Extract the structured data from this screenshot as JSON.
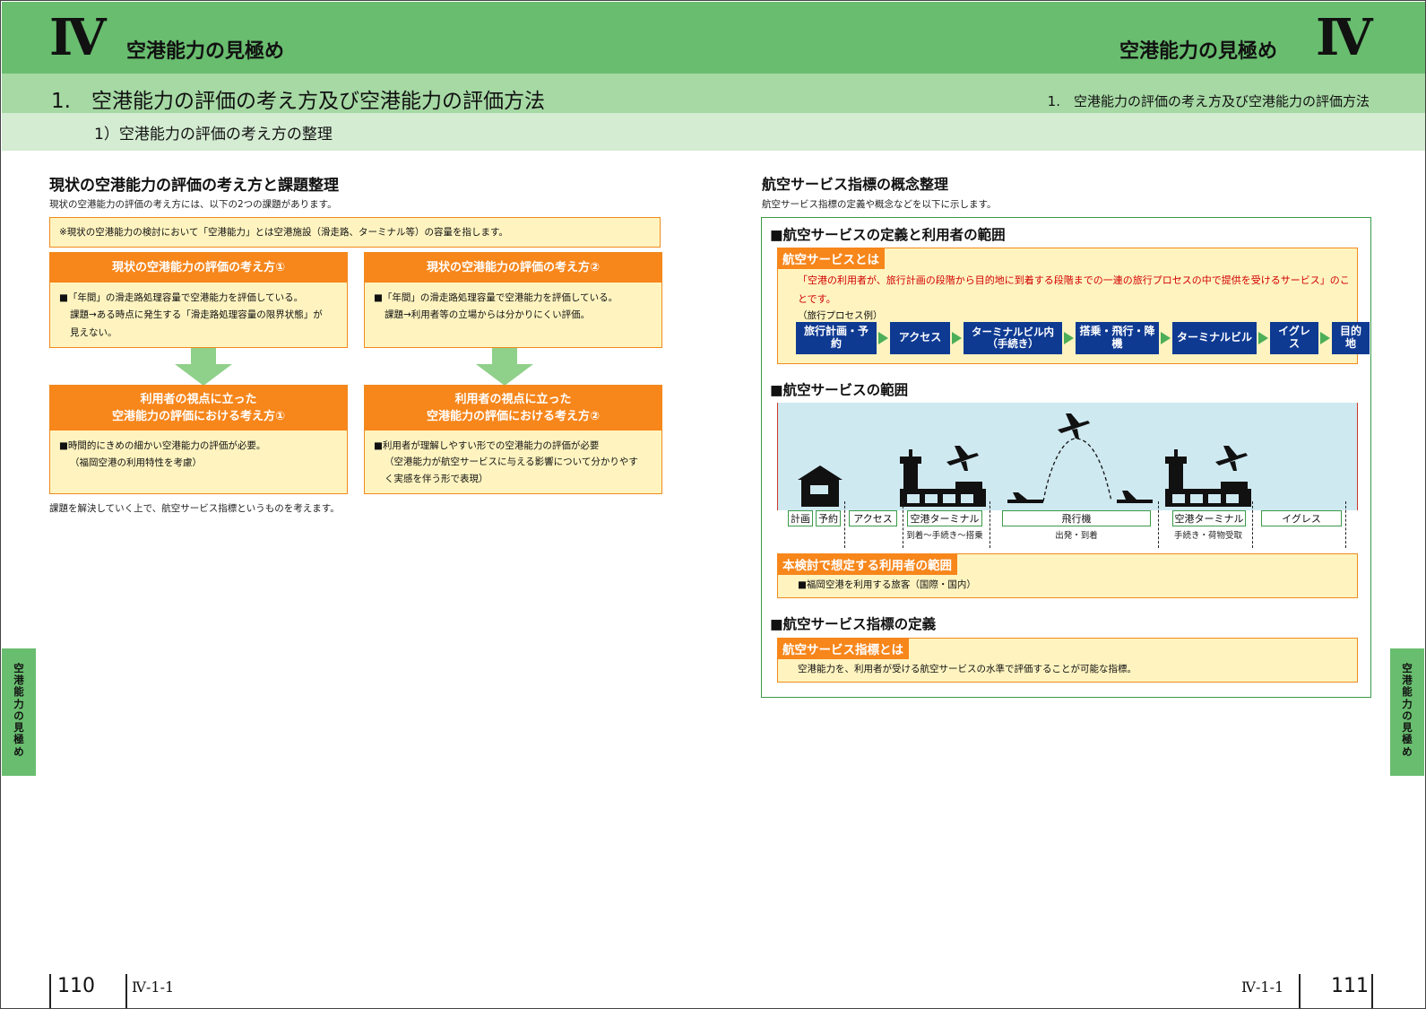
{
  "header": {
    "roman": "Ⅳ",
    "chapter_title": "空港能力の見極め",
    "section_title": "1.　空港能力の評価の考え方及び空港能力の評価方法",
    "subsection_title": "1）空港能力の評価の考え方の整理"
  },
  "left": {
    "heading": "現状の空港能力の評価の考え方と課題整理",
    "intro": "現状の空港能力の評価の考え方には、以下の2つの課題があります。",
    "note": "※現状の空港能力の検討において「空港能力」とは空港施設（滑走路、ターミナル等）の容量を指します。",
    "card1": {
      "title": "現状の空港能力の評価の考え方①",
      "line1": "■「年間」の滑走路処理容量で空港能力を評価している。",
      "line2": "課題→ある時点に発生する「滑走路処理容量の限界状態」が",
      "line3": "見えない。"
    },
    "card2": {
      "title": "現状の空港能力の評価の考え方②",
      "line1": "■「年間」の滑走路処理容量で空港能力を評価している。",
      "line2": "課題→利用者等の立場からは分かりにくい評価。"
    },
    "card3": {
      "title1": "利用者の視点に立った",
      "title2": "空港能力の評価における考え方①",
      "line1": "■時間的にきめの細かい空港能力の評価が必要。",
      "line2": "（福岡空港の利用特性を考慮）"
    },
    "card4": {
      "title1": "利用者の視点に立った",
      "title2": "空港能力の評価における考え方②",
      "line1": "■利用者が理解しやすい形での空港能力の評価が必要",
      "line2": "（空港能力が航空サービスに与える影響について分かりやす",
      "line3": "く実感を伴う形で表現）"
    },
    "closing": "課題を解決していく上で、航空サービス指標というものを考えます。"
  },
  "right": {
    "heading": "航空サービス指標の概念整理",
    "intro": "航空サービス指標の定義や概念などを以下に示します。",
    "sec1_title": "■航空サービスの定義と利用者の範囲",
    "def_tag": "航空サービスとは",
    "def_text": "「空港の利用者が、旅行計画の段階から目的地に到着する段階までの一連の旅行プロセスの中で提供を受けるサービス」のことです。",
    "example_label": "（旅行プロセス例）",
    "flow": [
      "旅行計画・予約",
      "アクセス",
      "ターミナルビル内\n（手続き）",
      "搭乗・飛行・降機",
      "ターミナルビル",
      "イグレス",
      "目的地"
    ],
    "sec2_title": "■航空サービスの範囲",
    "scope_labels": [
      "計画",
      "予約",
      "アクセス",
      "空港ターミナル",
      "飛行機",
      "空港ターミナル",
      "イグレス"
    ],
    "scope_sublabels": [
      "到着～手続き～搭乗",
      "出発・到着",
      "手続き・荷物受取"
    ],
    "user_tag": "本検討で想定する利用者の範囲",
    "user_text": "■福岡空港を利用する旅客（国際・国内）",
    "sec3_title": "■航空サービス指標の定義",
    "index_tag": "航空サービス指標とは",
    "index_text": "空港能力を、利用者が受ける航空サービスの水準で評価することが可能な指標。"
  },
  "side_tab": "空港能力の見極め",
  "footer": {
    "left_page": "110",
    "left_code": "Ⅳ-1-1",
    "right_page": "111",
    "right_code": "Ⅳ-1-1"
  },
  "colors": {
    "band_dark": "#69bd6f",
    "band_mid": "#a6d9a4",
    "band_light": "#d4ecd2",
    "orange": "#f7861b",
    "cream": "#fff4c0",
    "navy": "#0f3a92",
    "sky": "#cfe9f1"
  }
}
